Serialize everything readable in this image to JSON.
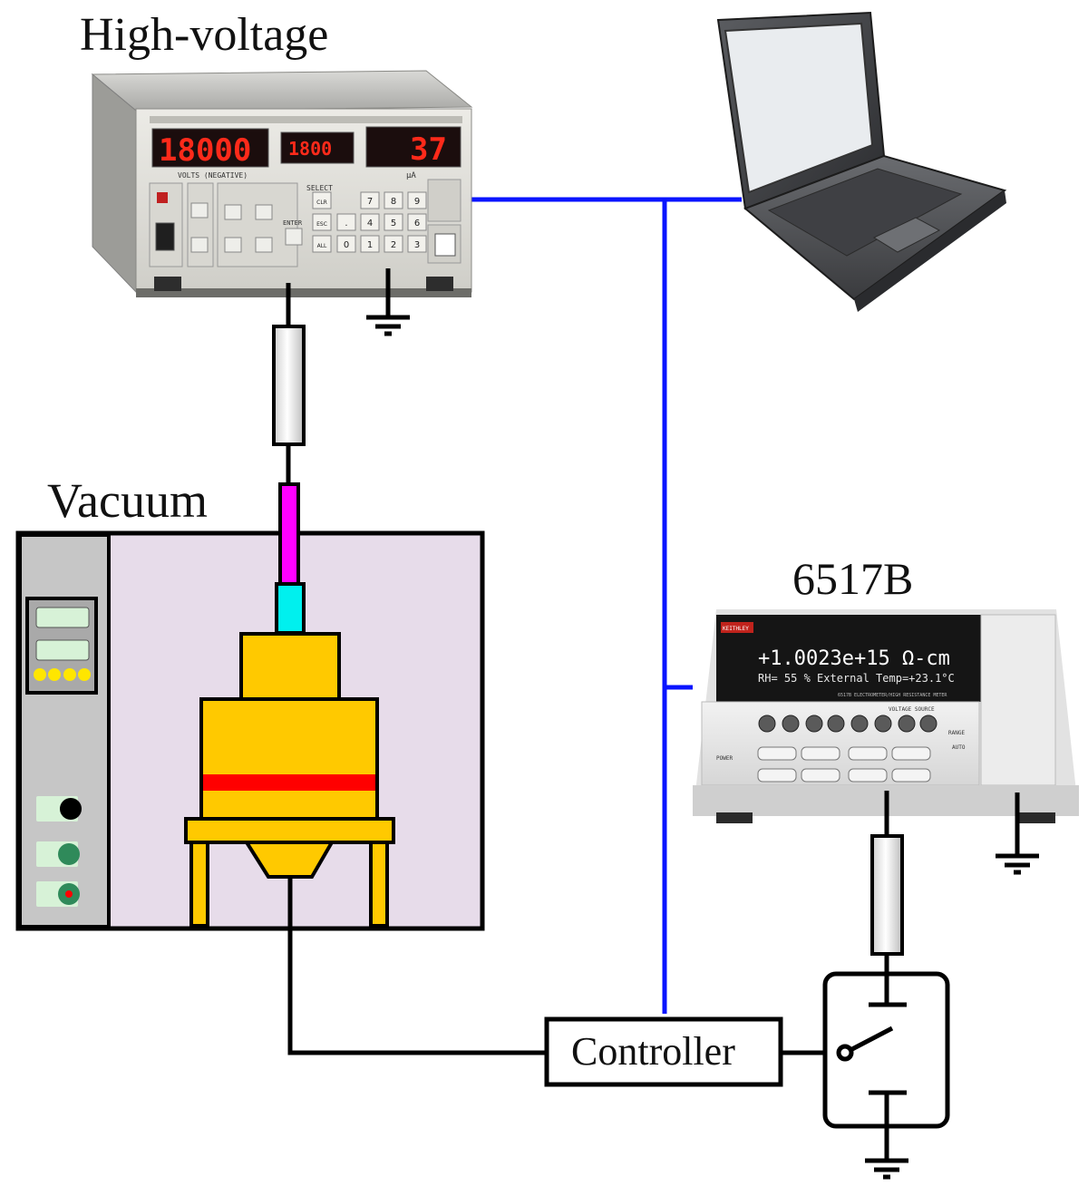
{
  "labels": {
    "high_voltage": "High-voltage",
    "vacuum": "Vacuum",
    "meter": "6517B",
    "controller": "Controller"
  },
  "hv_supply": {
    "display_left": "18000",
    "display_mid": "1800",
    "display_right": "37",
    "volts_label": "VOLTS (NEGATIVE)",
    "current_unit": "μA",
    "select": "SELECT",
    "enter": "ENTER",
    "keypad": [
      "7",
      "8",
      "9",
      "4",
      "5",
      "6",
      "1",
      "2",
      "3",
      "0",
      ".",
      "CLR",
      "ESC",
      "ALL"
    ]
  },
  "electrometer": {
    "brand": "KEITHLEY",
    "main_reading": "+1.0023e+15 Ω-cm",
    "sub_reading": "RH= 55 %   External Temp=+23.1°C",
    "model_caption": "6517B ELECTROMETER/HIGH RESISTANCE METER",
    "voltage_source": "VOLTAGE SOURCE",
    "range": "RANGE",
    "auto": "AUTO",
    "power": "POWER"
  },
  "colors": {
    "bus_line": "#0a14ff",
    "wire": "#000000",
    "chamber_fill": "#e7dcea",
    "panel_fill": "#c6c6c6",
    "sample_gold": "#ffc900",
    "heater_band": "#ff0000",
    "electrode_magenta": "#ff00ff",
    "electrode_cyan": "#00f0ee"
  },
  "icons": [
    "ground-symbol",
    "switch-symbol",
    "laptop-icon",
    "resistor-symbol"
  ]
}
